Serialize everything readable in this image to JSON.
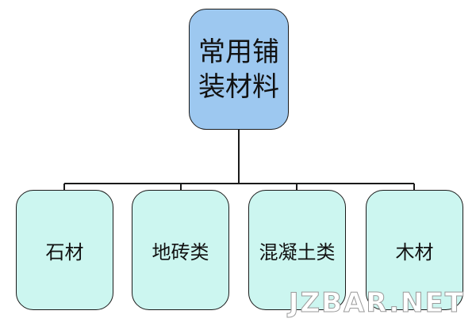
{
  "diagram": {
    "root": {
      "label": "常用铺装材料"
    },
    "children": [
      {
        "label": "石材"
      },
      {
        "label": "地砖类"
      },
      {
        "label": "混凝土类"
      },
      {
        "label": "木材"
      }
    ]
  },
  "watermark": "JZBAR.NET",
  "colors": {
    "root_fill": "#9dc8f0",
    "child_fill": "#ccf6f0",
    "stroke": "#1a1a1a"
  }
}
